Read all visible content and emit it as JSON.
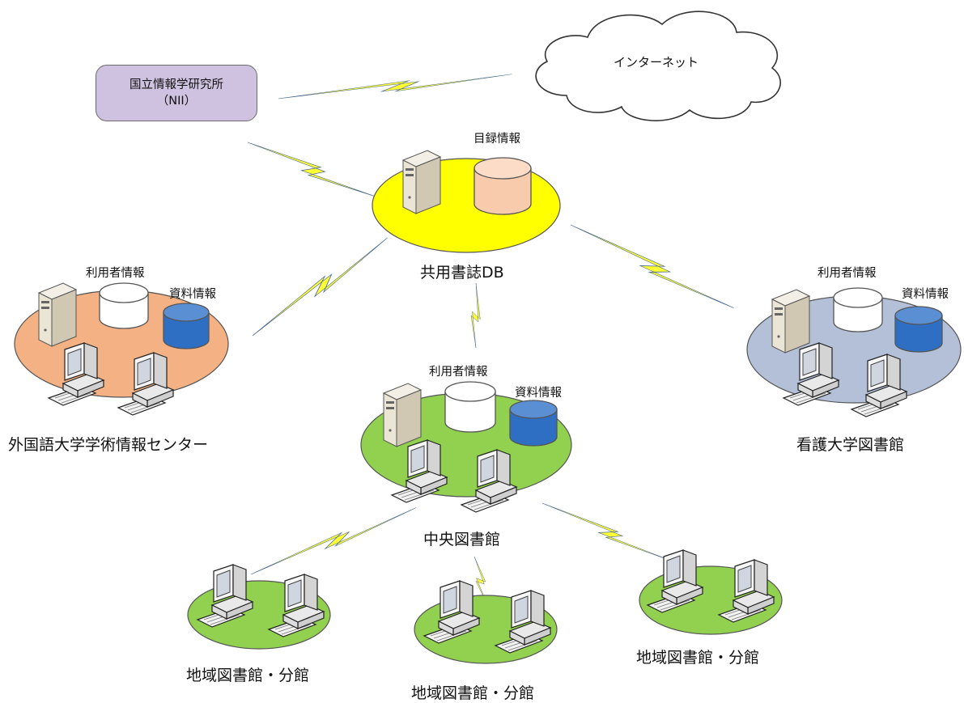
{
  "nii": {
    "line1": "国立情報学研究所",
    "line2": "（NII）"
  },
  "internet": {
    "label": "インターネット"
  },
  "shared_db": {
    "label": "共用書誌DB",
    "db_label": "目録情報"
  },
  "foreign_univ": {
    "label": "外国語大学学術情報センター",
    "user_info": "利用者情報",
    "material_info": "資料情報"
  },
  "nursing_univ": {
    "label": "看護大学図書館",
    "user_info": "利用者情報",
    "material_info": "資料情報"
  },
  "central": {
    "label": "中央図書館",
    "user_info": "利用者情報",
    "material_info": "資料情報"
  },
  "branches": [
    {
      "label": "地域図書館・分館"
    },
    {
      "label": "地域図書館・分館"
    },
    {
      "label": "地域図書館・分館"
    }
  ],
  "colors": {
    "lightning": "#ffff33",
    "shared_node": "#ffff00",
    "foreign_node": "#f4b183",
    "nursing_node": "#b4c0d8",
    "central_node": "#92d050",
    "nii_box": "#cfc2e0",
    "db_user_info": "#ffffff",
    "db_material_info": "#2e6fc4",
    "db_catalog": "#f8cbad"
  }
}
